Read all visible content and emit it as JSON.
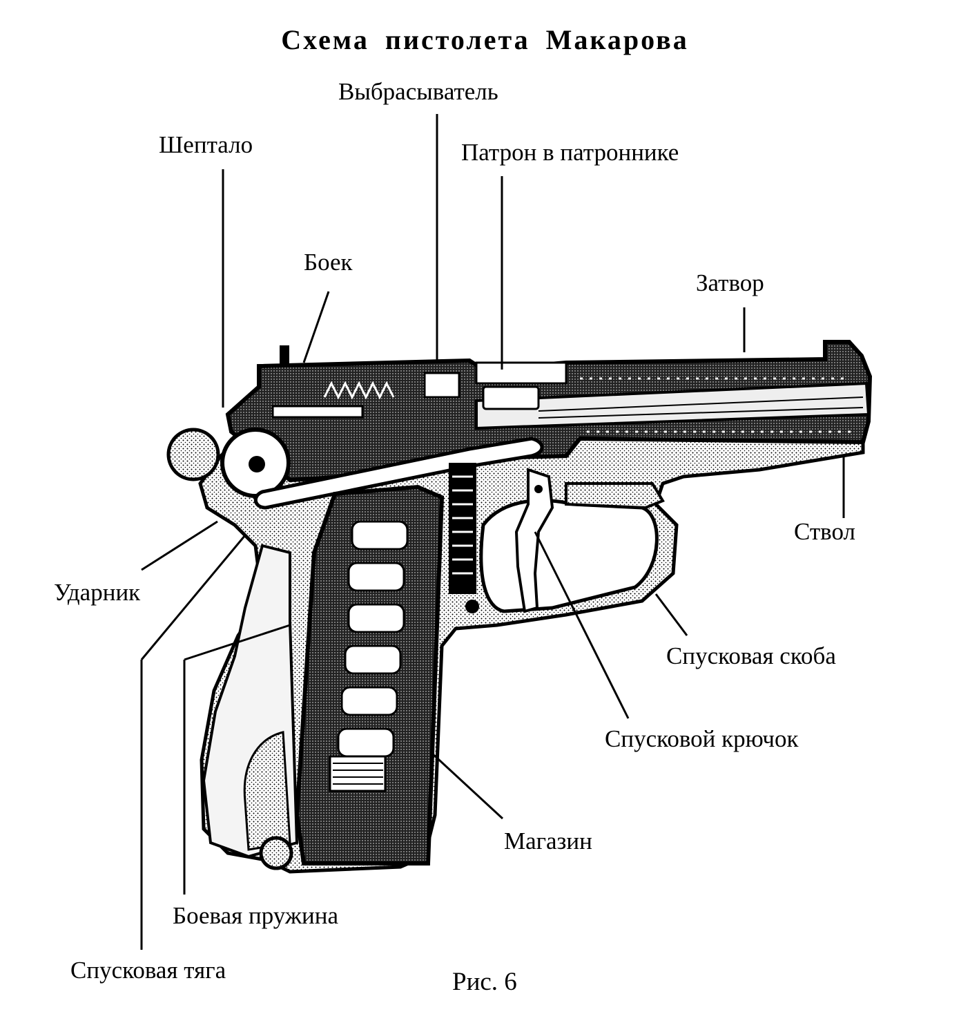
{
  "title": "Схема пистолета Макарова",
  "caption": "Рис. 6",
  "labels": {
    "ejector": "Выбрасыватель",
    "sear": "Шептало",
    "chambered_round": "Патрон в патроннике",
    "firing_pin": "Боек",
    "slide": "Затвор",
    "barrel": "Ствол",
    "hammer": "Ударник",
    "trigger_guard": "Спусковая скоба",
    "trigger": "Спусковой крючок",
    "magazine": "Магазин",
    "mainspring": "Боевая пружина",
    "trigger_bar": "Спусковая тяга"
  },
  "colors": {
    "ink": "#000000",
    "paper": "#ffffff",
    "stipple": "#9a9a9a"
  }
}
